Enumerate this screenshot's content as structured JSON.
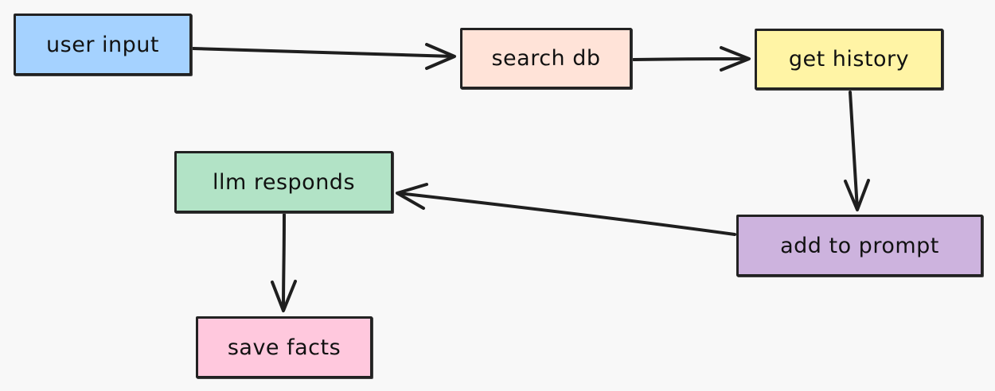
{
  "nodes": {
    "user_input": {
      "label": "user input",
      "color": "#a5d2ff"
    },
    "search_db": {
      "label": "search db",
      "color": "#ffe3d8"
    },
    "get_history": {
      "label": "get history",
      "color": "#fff4a5"
    },
    "add_to_prompt": {
      "label": "add to prompt",
      "color": "#cdb3de"
    },
    "llm_responds": {
      "label": "llm responds",
      "color": "#b2e3c6"
    },
    "save_facts": {
      "label": "save facts",
      "color": "#ffc8dd"
    }
  },
  "edges": [
    {
      "from": "user_input",
      "to": "search_db"
    },
    {
      "from": "search_db",
      "to": "get_history"
    },
    {
      "from": "get_history",
      "to": "add_to_prompt"
    },
    {
      "from": "add_to_prompt",
      "to": "llm_responds"
    },
    {
      "from": "llm_responds",
      "to": "save_facts"
    }
  ],
  "style": {
    "stroke_color": "#1f1f1f",
    "background": "#f8f8f8"
  }
}
